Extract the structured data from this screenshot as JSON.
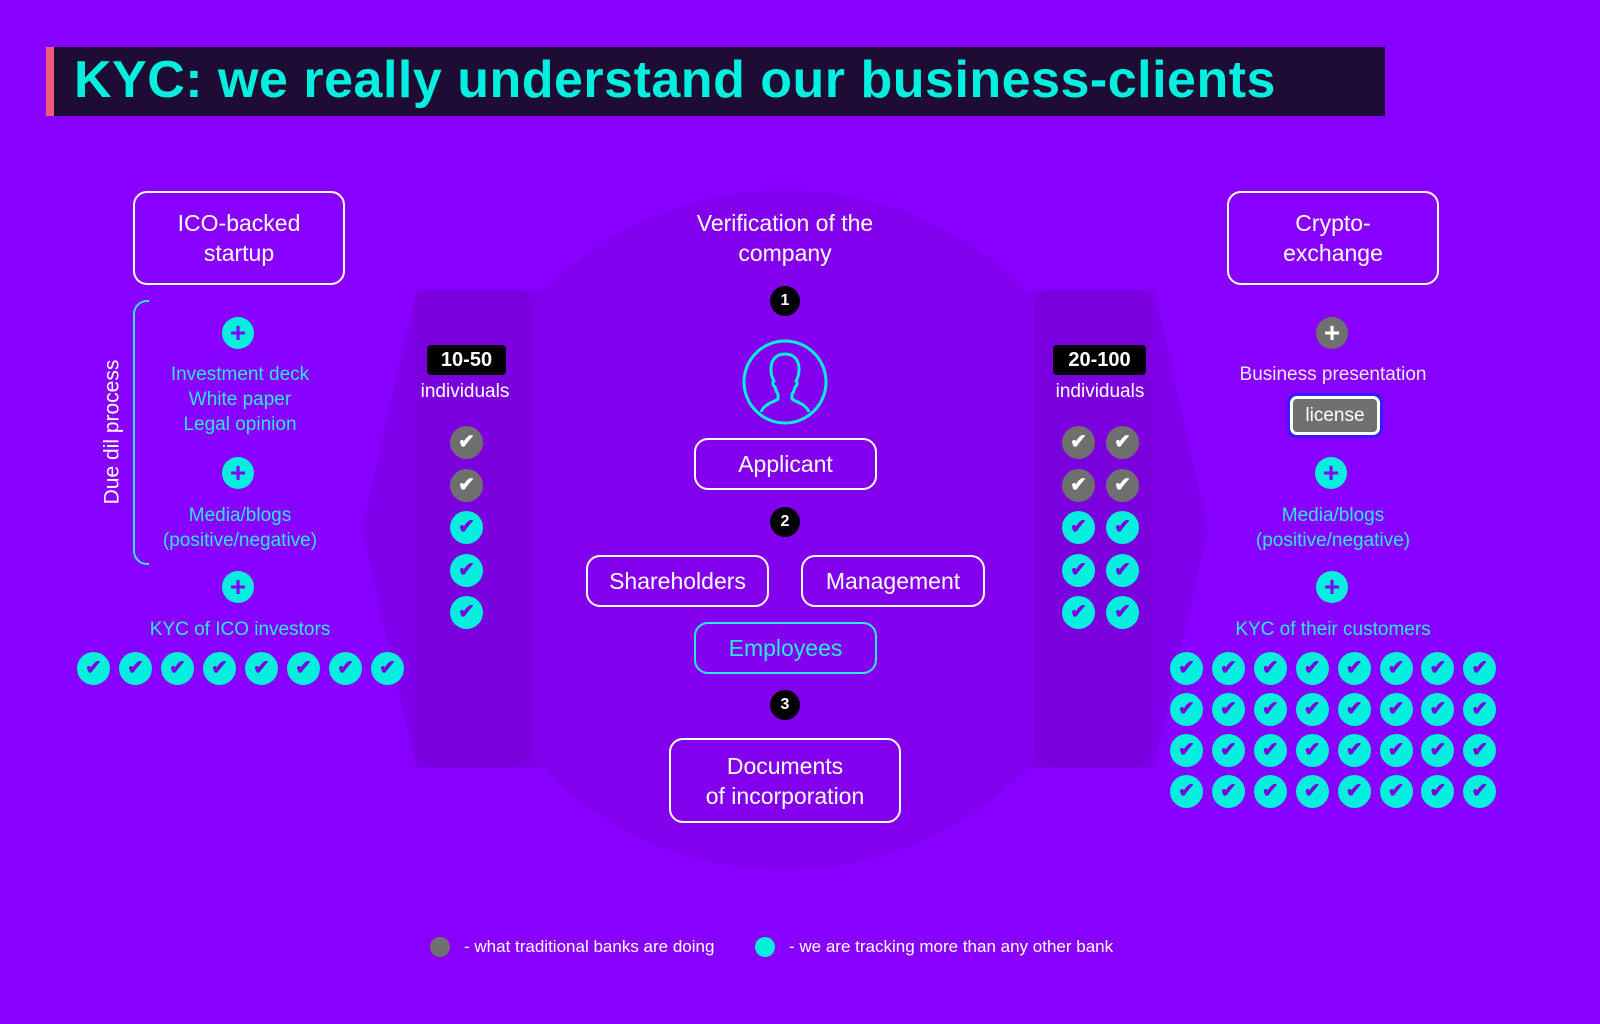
{
  "title": "KYC: we really understand our business-clients",
  "colors": {
    "background": "#8800ff",
    "accent": "#00f0e0",
    "traditional": "#707070",
    "title_bar": "#1e0c34",
    "title_stripe": "#ef5b7c"
  },
  "left": {
    "header": "ICO-backed startup",
    "bracket_label": "Due dil process",
    "items1": [
      "Investment deck",
      "White paper",
      "Legal opinion"
    ],
    "items2": [
      "Media/blogs",
      "(positive/negative)"
    ],
    "items3": "KYC of ICO investors",
    "investor_checks": {
      "cyan": 8
    }
  },
  "left_band": {
    "range": "10-50",
    "unit": "individuals",
    "checks": {
      "gray": 2,
      "cyan": 3,
      "columns": 1
    }
  },
  "center": {
    "title": [
      "Verification of the",
      "company"
    ],
    "steps": [
      "1",
      "2",
      "3"
    ],
    "applicant": "Applicant",
    "shareholders": "Shareholders",
    "management": "Management",
    "employees": "Employees",
    "documents": [
      "Documents",
      "of incorporation"
    ]
  },
  "right_band": {
    "range": "20-100",
    "unit": "individuals",
    "checks": {
      "gray": 4,
      "cyan": 6,
      "columns": 2
    }
  },
  "right": {
    "header": [
      "Crypto-",
      "exchange"
    ],
    "item1": "Business presentation",
    "license": "license",
    "items2": [
      "Media/blogs",
      "(positive/negative)"
    ],
    "items3": "KYC of their customers",
    "customer_checks": {
      "cyan": 32,
      "columns": 8
    }
  },
  "legend": [
    {
      "label": "- what traditional banks are doing",
      "color": "#707070"
    },
    {
      "label": "- we are tracking more than any other bank",
      "color": "#00f0e0"
    }
  ]
}
